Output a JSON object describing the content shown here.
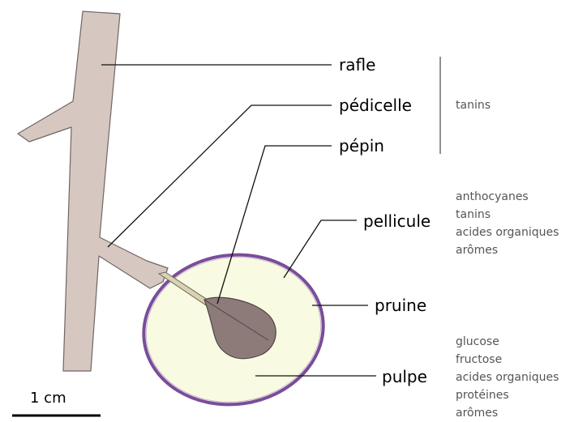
{
  "labels": {
    "rafle": "rafle",
    "pedicelle": "pédicelle",
    "pepin": "pépin",
    "pellicule": "pellicule",
    "pruine": "pruine",
    "pulpe": "pulpe"
  },
  "notes": {
    "rafle_group": [
      "tanins"
    ],
    "pellicule": [
      "anthocyanes",
      "tanins",
      "acides organiques",
      "arômes"
    ],
    "pulpe": [
      "glucose",
      "fructose",
      "acides organiques",
      "protéines",
      "arômes"
    ]
  },
  "scale_bar": {
    "label": "1 cm"
  },
  "colors": {
    "stem_fill": "#d6c8c1",
    "stem_stroke": "#6f6563",
    "pulp_fill": "#f8fbe1",
    "skin": "#7a4d9a",
    "seed_fill": "#8d7b7a",
    "pedicel_inner": "#d8d3b0",
    "leader": "#111111",
    "note_text": "#555555"
  }
}
